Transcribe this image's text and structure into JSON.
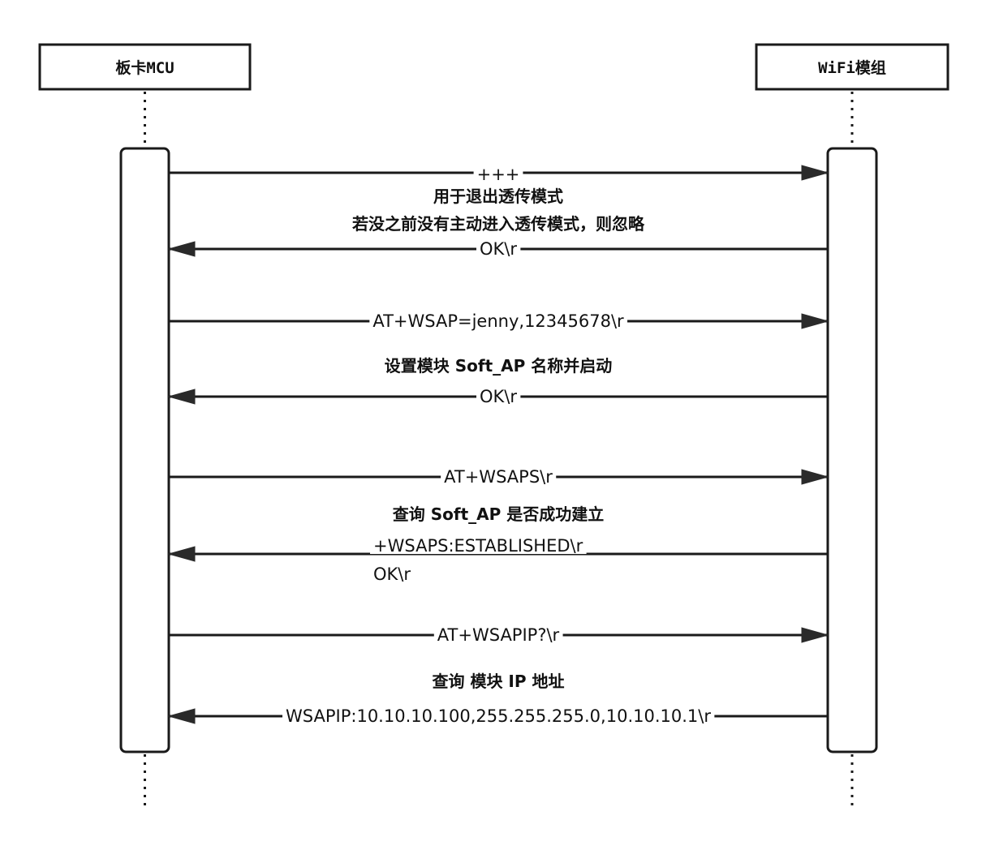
{
  "actors": [
    {
      "id": "mcu",
      "label": "板卡MCU"
    },
    {
      "id": "wifi",
      "label": "WiFi模组"
    }
  ],
  "messages": [
    {
      "direction": "right",
      "label_lines": [
        "+++"
      ],
      "notes": [
        "用于退出透传模式",
        "若没之前没有主动进入透传模式，则忽略"
      ]
    },
    {
      "direction": "left",
      "label_lines": [
        "OK\\r"
      ],
      "notes": []
    },
    {
      "direction": "right",
      "label_lines": [
        "AT+WSAP=jenny,12345678\\r"
      ],
      "notes": [
        "设置模块 Soft_AP 名称并启动"
      ]
    },
    {
      "direction": "left",
      "label_lines": [
        "OK\\r"
      ],
      "notes": []
    },
    {
      "direction": "right",
      "label_lines": [
        "AT+WSAPS\\r"
      ],
      "notes": [
        "查询 Soft_AP 是否成功建立"
      ]
    },
    {
      "direction": "left",
      "label_lines": [
        "+WSAPS:ESTABLISHED\\r",
        "OK\\r"
      ],
      "notes": []
    },
    {
      "direction": "right",
      "label_lines": [
        "AT+WSAPIP?\\r"
      ],
      "notes": [
        "查询 模块 IP 地址"
      ]
    },
    {
      "direction": "left",
      "label_lines": [
        "WSAPIP:10.10.10.100,255.255.255.0,10.10.10.1\\r"
      ],
      "notes": []
    }
  ],
  "colors": {
    "line": "#1a1a1a",
    "arrowhead": "#2a2a2a",
    "background": "#ffffff"
  }
}
